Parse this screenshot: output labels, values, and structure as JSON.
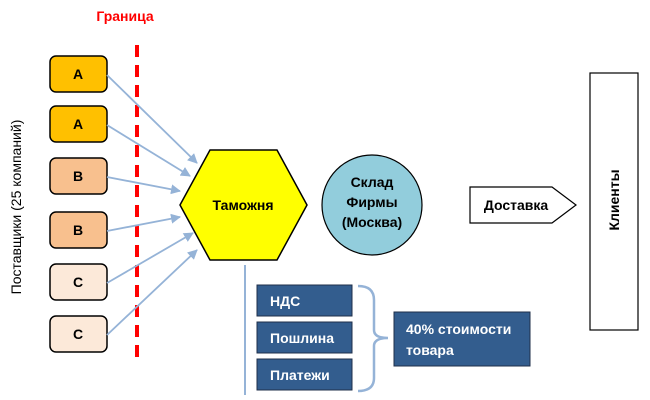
{
  "border_label": "Граница",
  "suppliers_label": "Поставщики (25 компаний)",
  "suppliers": [
    {
      "label": "A",
      "color": "#FFC000"
    },
    {
      "label": "A",
      "color": "#FFC000"
    },
    {
      "label": "B",
      "color": "#F8C08E"
    },
    {
      "label": "B",
      "color": "#F8C08E"
    },
    {
      "label": "C",
      "color": "#FCE9D9"
    },
    {
      "label": "C",
      "color": "#FCE9D9"
    }
  ],
  "customs_label": "Таможня",
  "warehouse_lines": [
    "Склад",
    "Фирмы",
    "(Москва)"
  ],
  "delivery_label": "Доставка",
  "clients_label": "Клиенты",
  "payments": [
    "НДС",
    "Пошлина",
    "Платежи"
  ],
  "payments_total_lines": [
    "40% стоимости",
    "товара"
  ],
  "colors": {
    "border": "#FF0000",
    "customs": "#FFFF00",
    "warehouse": "#92CDDC",
    "payment": "#335D8E",
    "arrow": "#95B3D7"
  }
}
